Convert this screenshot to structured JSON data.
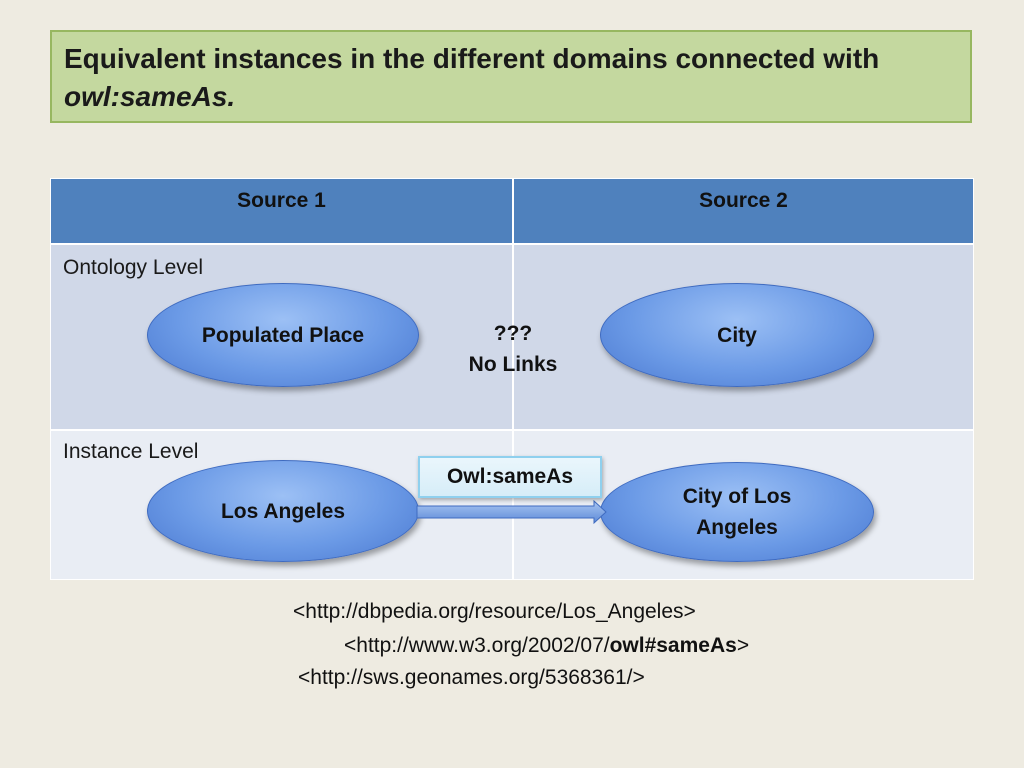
{
  "title": {
    "line1": "Equivalent instances in the different domains connected with",
    "line2": "owl:sameAs."
  },
  "table": {
    "headers": [
      "Source 1",
      "Source 2"
    ],
    "rows": [
      {
        "label": "Ontology Level"
      },
      {
        "label": "Instance Level"
      }
    ]
  },
  "nodes": {
    "source1_ontology": "Populated Place",
    "source2_ontology": "City",
    "source1_instance": "Los Angeles",
    "source2_instance_line1": "City of Los",
    "source2_instance_line2": "Angeles"
  },
  "ontology_link": {
    "line1": "???",
    "line2": "No Links"
  },
  "instance_link": {
    "label": "Owl:sameAs"
  },
  "triple": {
    "subject": "<http://dbpedia.org/resource/Los_Angeles>",
    "predicate_prefix": "<http://www.w3.org/2002/07/",
    "predicate_bold": "owl#sameAs",
    "predicate_suffix": ">",
    "object": "<http://sws.geonames.org/5368361/>"
  },
  "colors": {
    "title_background": "#c4d89f",
    "header_background": "#4f81bd",
    "row_ontology_background": "#d0d8e8",
    "row_instance_background": "#e9edf4",
    "node_fill": "#6b9ae6"
  }
}
